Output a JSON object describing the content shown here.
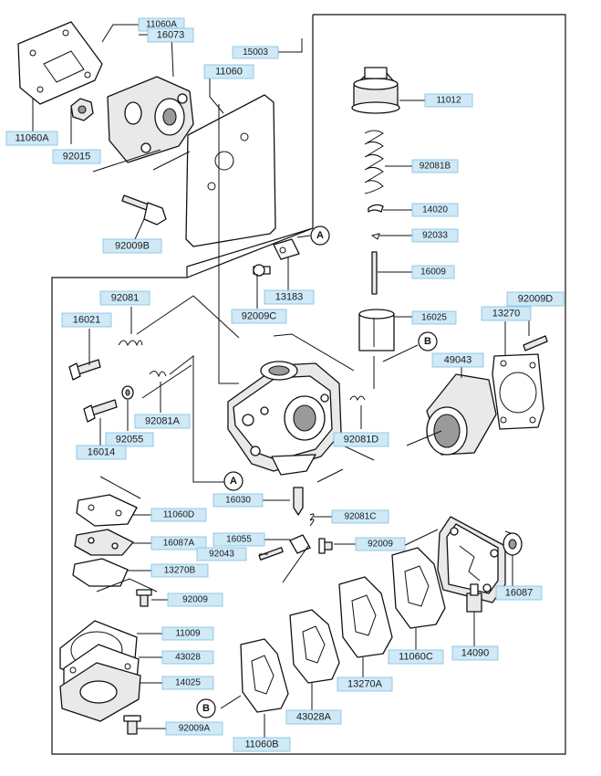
{
  "labels": {
    "p11060A": "11060A",
    "p16073": "16073",
    "p15003": "15003",
    "p11060": "11060",
    "p11060A_left": "11060A",
    "p92015": "92015",
    "p11012": "11012",
    "p92081B": "92081B",
    "p14020": "14020",
    "p92033": "92033",
    "p92009B": "92009B",
    "p16009": "16009",
    "p13183": "13183",
    "p92081": "92081",
    "p92009D": "92009D",
    "p16021": "16021",
    "p92009C": "92009C",
    "p13270": "13270",
    "p16025": "16025",
    "p49043": "49043",
    "p92081A": "92081A",
    "p92055": "92055",
    "p92081D": "92081D",
    "p16014": "16014",
    "p16030": "16030",
    "p11060D": "11060D",
    "p92081C": "92081C",
    "p16087A": "16087A",
    "p16055": "16055",
    "p92009": "92009",
    "p92043": "92043",
    "p13270B": "13270B",
    "p16087": "16087",
    "p92009_lower": "92009",
    "p11009": "11009",
    "p11060C": "11060C",
    "p43028": "43028",
    "p14090": "14090",
    "p14025": "14025",
    "p13270A": "13270A",
    "p43028A": "43028A",
    "p92009A": "92009A",
    "p11060B": "11060B"
  },
  "callouts": {
    "A_top": "A",
    "B_right": "B",
    "A_center": "A",
    "B_bottom": "B"
  }
}
